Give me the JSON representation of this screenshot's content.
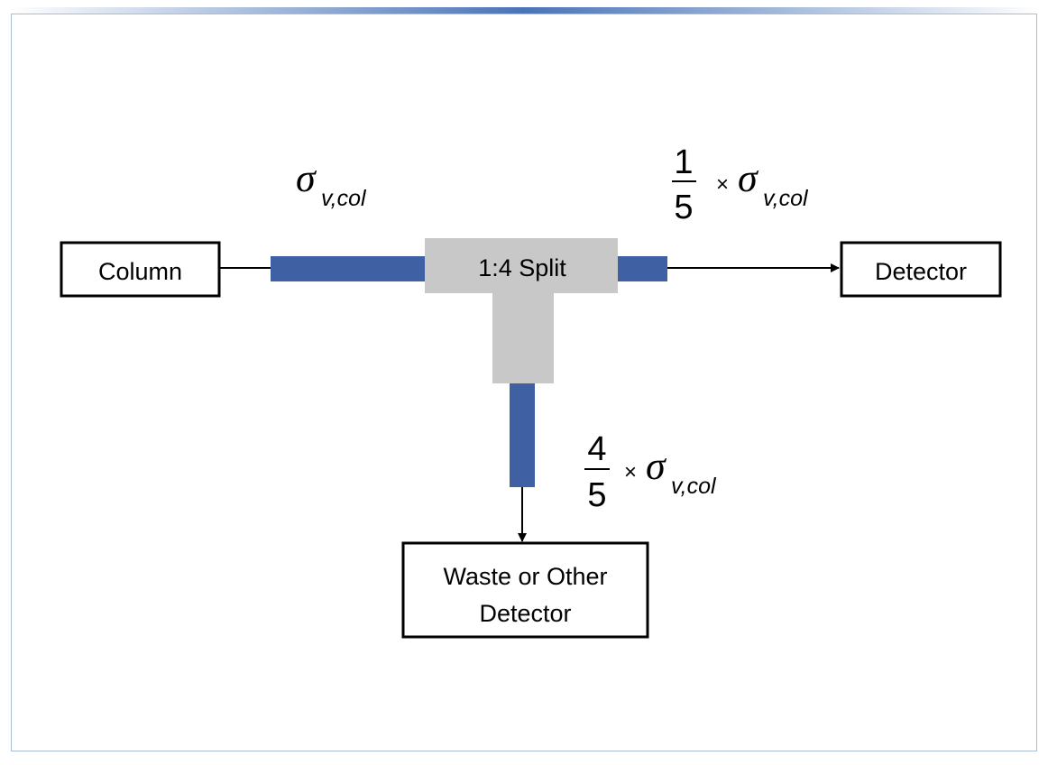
{
  "colors": {
    "tube": "#4060a4",
    "splitter": "#c8c8c8",
    "frame": "#a9bcd6",
    "accent_bar": "#4a74b6"
  },
  "boxes": {
    "column": "Column",
    "detector": "Detector",
    "waste_line1": "Waste or Other",
    "waste_line2": "Detector"
  },
  "splitter": {
    "label": "1:4 Split"
  },
  "formulas": {
    "inlet": {
      "symbol": "σ",
      "subscript": "v,col"
    },
    "detector_branch": {
      "numerator": "1",
      "denominator": "5",
      "times": "×",
      "symbol": "σ",
      "subscript": "v,col"
    },
    "waste_branch": {
      "numerator": "4",
      "denominator": "5",
      "times": "×",
      "symbol": "σ",
      "subscript": "v,col"
    }
  }
}
